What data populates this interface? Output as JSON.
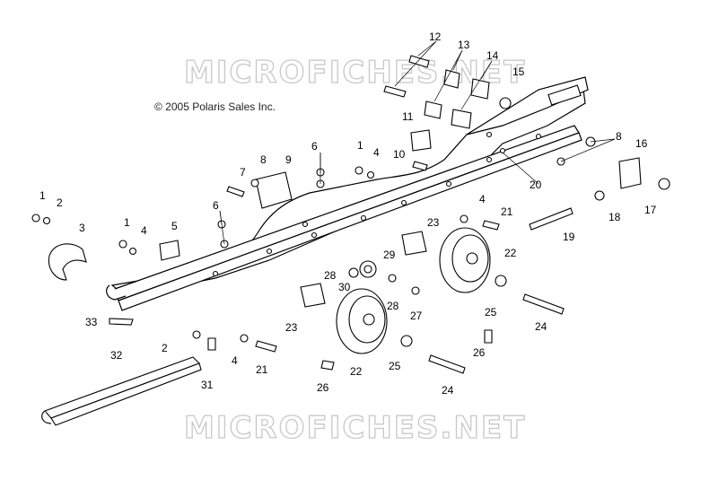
{
  "copyright": "© 2005 Polaris Sales Inc.",
  "watermark": "MICROFICHES.NET",
  "callouts": {
    "c1a": "1",
    "c1b": "1",
    "c1c": "1",
    "c2a": "2",
    "c2b": "2",
    "c3": "3",
    "c4a": "4",
    "c4b": "4",
    "c4c": "4",
    "c4d": "4",
    "c5": "5",
    "c6a": "6",
    "c6b": "6",
    "c7": "7",
    "c8a": "8",
    "c8b": "8",
    "c9": "9",
    "c10": "10",
    "c11": "11",
    "c12": "12",
    "c13": "13",
    "c14": "14",
    "c15": "15",
    "c16": "16",
    "c17": "17",
    "c18": "18",
    "c19": "19",
    "c20": "20",
    "c21a": "21",
    "c21b": "21",
    "c22a": "22",
    "c22b": "22",
    "c23a": "23",
    "c23b": "23",
    "c24a": "24",
    "c24b": "24",
    "c25a": "25",
    "c25b": "25",
    "c26a": "26",
    "c26b": "26",
    "c27": "27",
    "c28a": "28",
    "c28b": "28",
    "c29": "29",
    "c30": "30",
    "c31": "31",
    "c32": "32",
    "c33": "33"
  }
}
